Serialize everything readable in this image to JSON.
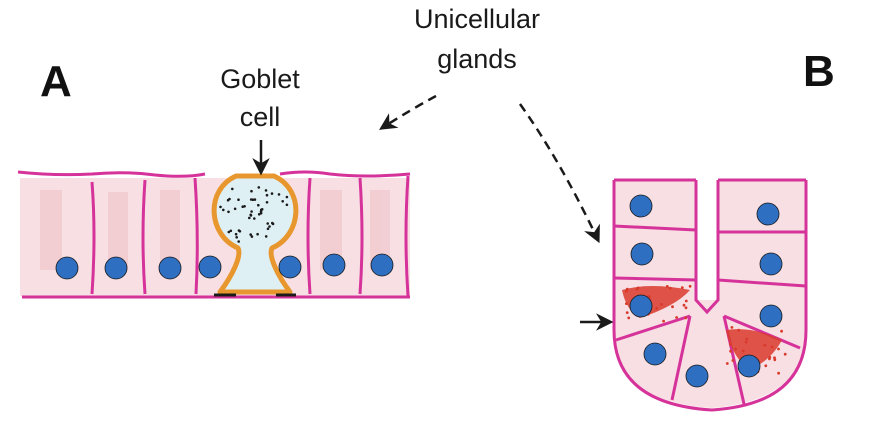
{
  "panels": {
    "a": {
      "letter": "A"
    },
    "b": {
      "letter": "B"
    }
  },
  "labels": {
    "goblet_line1": "Goblet",
    "goblet_line2": "cell",
    "glands_line1": "Unicellular",
    "glands_line2": "glands"
  },
  "colors": {
    "membrane": "#d6339a",
    "cytoplasm": "#f7dfe3",
    "nucleus": "#2f6fc2",
    "goblet_wall": "#e8962e",
    "goblet_fill": "#dff0f5",
    "secretion": "#d93a2b",
    "ink": "#1a1a1a"
  },
  "icons": {
    "nucleus": "blue-dot",
    "arrow": "black-arrowhead"
  }
}
